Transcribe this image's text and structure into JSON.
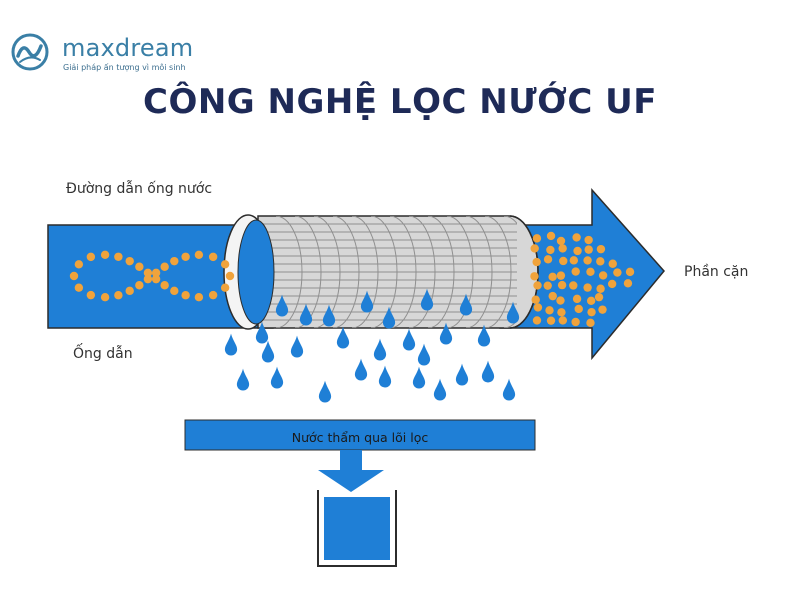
{
  "brand": {
    "name": "maxdream",
    "tagline": "Giải pháp ấn tượng vì môi sinh"
  },
  "title": "CÔNG NGHỆ LỌC NƯỚC UF",
  "labels": {
    "pipe_path": "Đường dẫn ống nước",
    "pipe": "Ống dẫn",
    "residue": "Phần cặn",
    "permeate": "Nước thẩm qua lõi lọc"
  },
  "icons": [
    "logo-mark-icon",
    "water-drop-icon",
    "down-arrow-icon"
  ],
  "colors": {
    "water": "#1f7fd6",
    "particle": "#f0a33c",
    "title": "#1e2a57",
    "filter": "#9a9a9a",
    "brand": "#3a7fa6"
  }
}
